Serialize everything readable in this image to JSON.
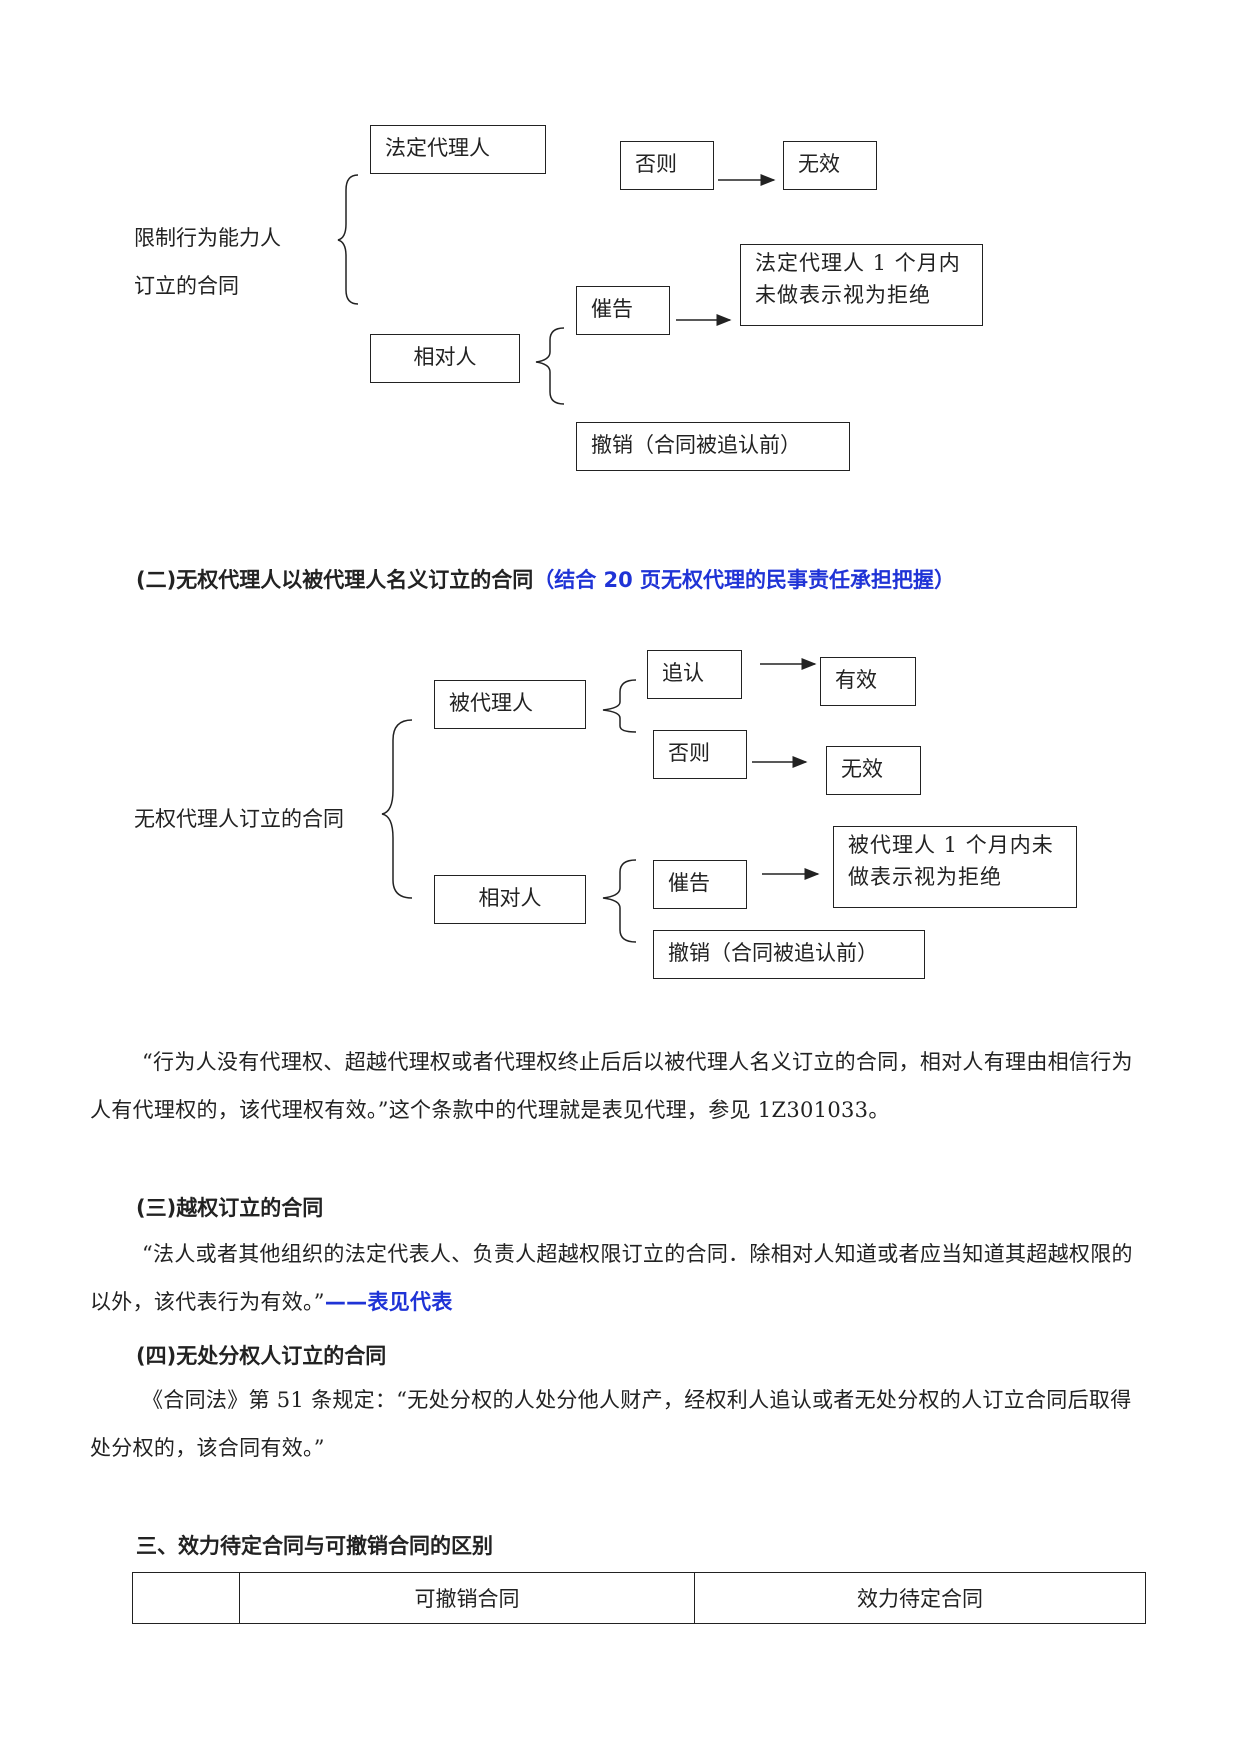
{
  "diagram1": {
    "root_line1": "限制行为能力人",
    "root_line2": "订立的合同",
    "legal_agent": "法定代理人",
    "deny": "否则",
    "invalid": "无效",
    "counterparty": "相对人",
    "urge": "催告",
    "urge_result_line1": "法定代理人 1 个月内",
    "urge_result_line2": "未做表示视为拒绝",
    "revoke": "撤销（合同被追认前）"
  },
  "section2": {
    "heading": "(二)无权代理人以被代理人名义订立的合同",
    "note": "（结合 20 页无权代理的民事责任承担把握）"
  },
  "diagram2": {
    "root": "无权代理人订立的合同",
    "principal": "被代理人",
    "ratify": "追认",
    "valid": "有效",
    "deny": "否则",
    "invalid": "无效",
    "counterparty": "相对人",
    "urge": "催告",
    "urge_result_line1": "被代理人 1 个月内未",
    "urge_result_line2": "做表示视为拒绝",
    "revoke": "撤销（合同被追认前）"
  },
  "para_apparent_agency": "“行为人没有代理权、超越代理权或者代理权终止后后以被代理人名义订立的合同，相对人有理由相信行为人有代理权的，该代理权有效。”这个条款中的代理就是表见代理，参见 1Z301033。",
  "section3": {
    "heading": "(三)越权订立的合同",
    "para": "“法人或者其他组织的法定代表人、负责人超越权限订立的合同．除相对人知道或者应当知道其超越权限的以外，该代表行为有效。”",
    "note": "——表见代表"
  },
  "section4": {
    "heading": "(四)无处分权人订立的合同",
    "para": "《合同法》第 51 条规定：“无处分权的人处分他人财产，经权利人追认或者无处分权的人订立合同后取得处分权的，该合同有效。”"
  },
  "section_three": {
    "heading": "三、效力待定合同与可撤销合同的区别",
    "table_headers": [
      "",
      "可撤销合同",
      "效力待定合同"
    ]
  },
  "colors": {
    "note_blue": "#1f33d6"
  }
}
